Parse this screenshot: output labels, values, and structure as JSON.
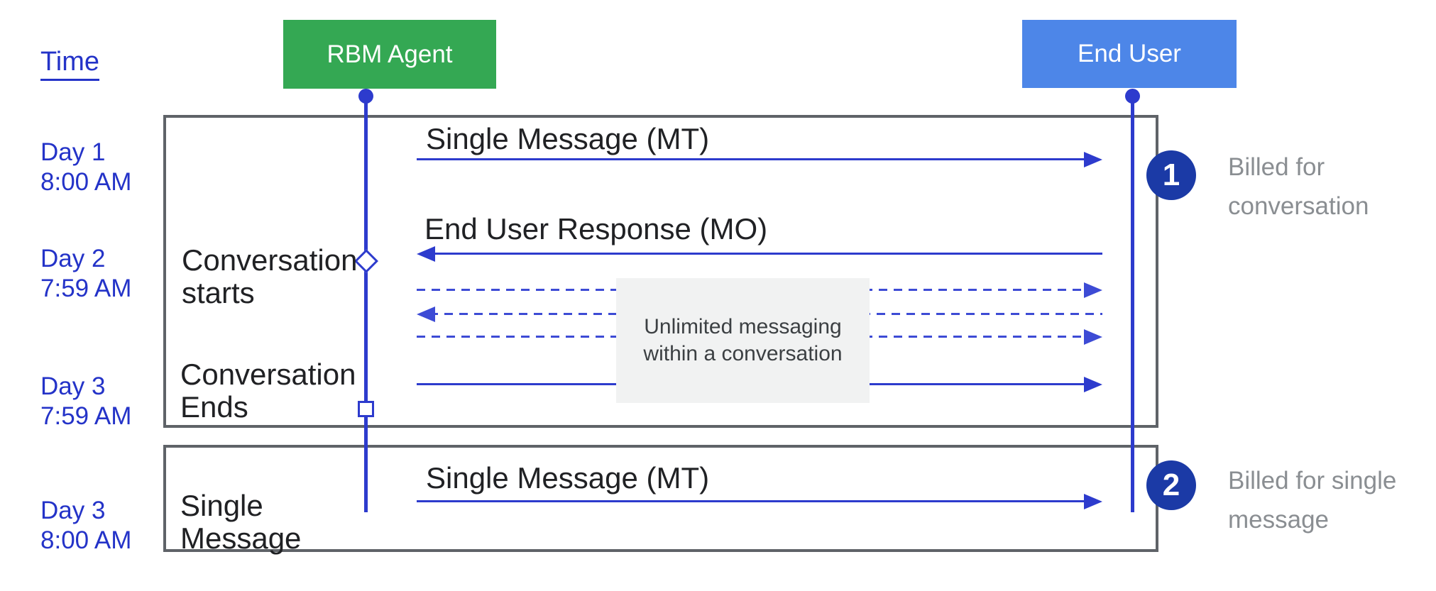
{
  "diagram": {
    "time_label": "Time",
    "actors": [
      {
        "id": "rbm-agent",
        "label": "RBM Agent",
        "color": "#34A853"
      },
      {
        "id": "end-user",
        "label": "End User",
        "color": "#4D86E8"
      }
    ],
    "time_markers": [
      {
        "day": "Day 1",
        "time": "8:00 AM"
      },
      {
        "day": "Day 2",
        "time": "7:59 AM"
      },
      {
        "day": "Day 3",
        "time": "7:59 AM"
      },
      {
        "day": "Day 3",
        "time": "8:00 AM"
      }
    ],
    "phase_labels": [
      {
        "line1": "Conversation",
        "line2": "starts"
      },
      {
        "line1": "Conversation",
        "line2": "Ends"
      },
      {
        "line1": "Single",
        "line2": "Message"
      }
    ],
    "messages": {
      "mt1": "Single Message (MT)",
      "mo": "End User Response (MO)",
      "mt2": "Single Message (MT)"
    },
    "unlimited_note": {
      "line1": "Unlimited messaging",
      "line2": "within a conversation"
    },
    "markers": {
      "conversation_start": "diamond",
      "conversation_end": "square"
    },
    "billing": [
      {
        "badge": "1",
        "line1": "Billed for",
        "line2": "conversation"
      },
      {
        "badge": "2",
        "line1": "Billed for single",
        "line2": "message"
      }
    ],
    "colors": {
      "agent_box": "#34A853",
      "user_box": "#4D86E8",
      "line_blue": "#2D3BCD",
      "dashed_blue": "#3D4BD5",
      "badge_navy": "#1B3AA6",
      "time_label_blue": "#2433C8",
      "box_border_gray": "#5F6368",
      "caption_gray": "#8A8E92",
      "note_background": "#F1F2F2"
    }
  }
}
